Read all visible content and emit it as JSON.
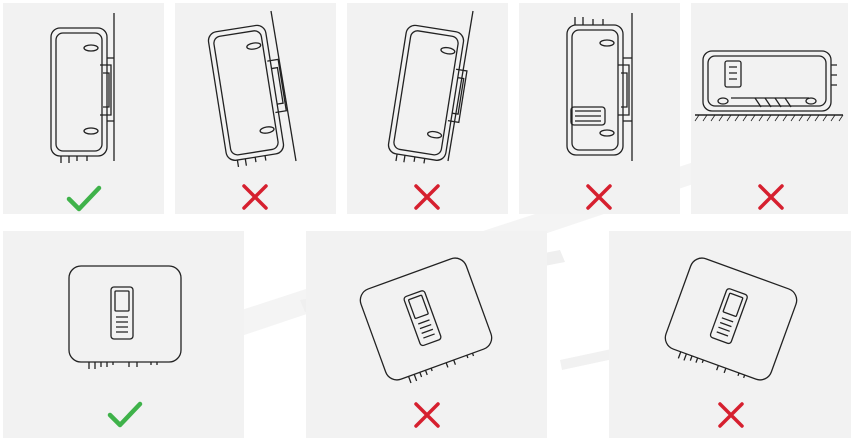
{
  "colors": {
    "panel_bg": "#f2f2f2",
    "correct": "#3fb24a",
    "incorrect": "#d6202f",
    "line": "#222222"
  },
  "top_row": [
    {
      "view": "side",
      "orientation": "vertical",
      "verdict": "correct",
      "icon": "check-icon"
    },
    {
      "view": "side",
      "orientation": "tilted-forward",
      "verdict": "incorrect",
      "icon": "cross-icon"
    },
    {
      "view": "side",
      "orientation": "tilted-backward",
      "verdict": "incorrect",
      "icon": "cross-icon"
    },
    {
      "view": "side",
      "orientation": "upside-down",
      "verdict": "incorrect",
      "icon": "cross-icon"
    },
    {
      "view": "side",
      "orientation": "horizontal-flat",
      "verdict": "incorrect",
      "icon": "cross-icon"
    }
  ],
  "bottom_row": [
    {
      "view": "front",
      "orientation": "level",
      "verdict": "correct",
      "icon": "check-icon"
    },
    {
      "view": "front",
      "orientation": "rotated-left",
      "verdict": "incorrect",
      "icon": "cross-icon"
    },
    {
      "view": "front",
      "orientation": "rotated-right",
      "verdict": "incorrect",
      "icon": "cross-icon"
    }
  ]
}
